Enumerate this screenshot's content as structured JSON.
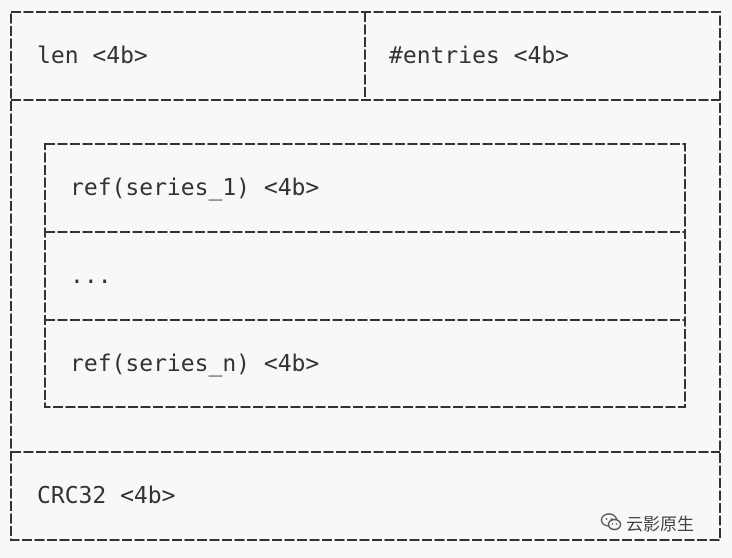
{
  "header": {
    "len_field": "len <4b>",
    "entries_field": "#entries <4b>"
  },
  "series_refs": {
    "first": "ref(series_1) <4b>",
    "ellipsis": "...",
    "last": "ref(series_n) <4b>"
  },
  "footer": {
    "crc_field": "CRC32 <4b>"
  },
  "watermark": {
    "brand": "云影原生",
    "icon": "wechat-icon"
  },
  "colors": {
    "line": "#333333",
    "background": "#f8f8f8"
  }
}
